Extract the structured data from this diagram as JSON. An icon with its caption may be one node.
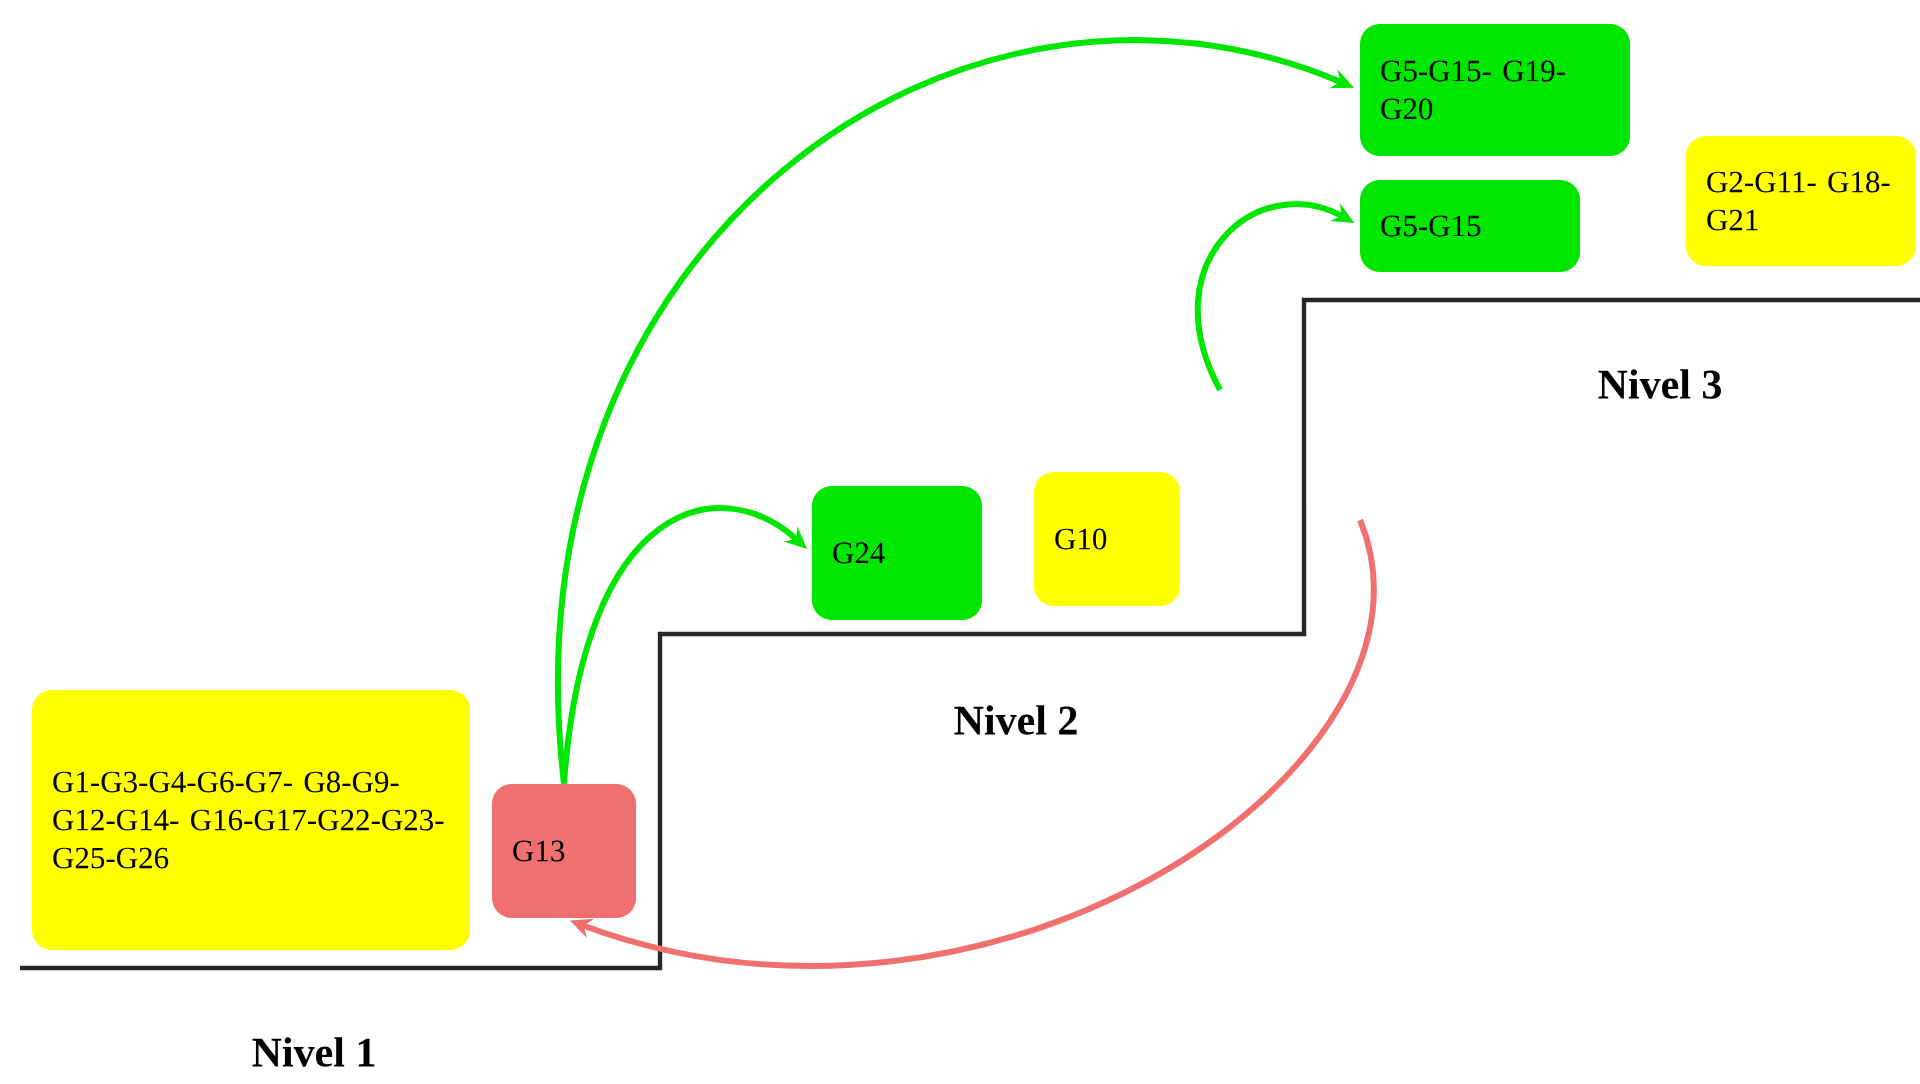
{
  "diagram": {
    "nodes": [
      {
        "text": [
          "G5-G15- G19-G20"
        ]
      },
      {
        "text": [
          "G2-G11- G18-G21"
        ]
      },
      {
        "text": [
          "G5-G15"
        ]
      },
      {
        "text": [
          "G24"
        ]
      },
      {
        "text": [
          "G10"
        ]
      },
      {
        "text": [
          "G1-G3-G4-G6-G7- G8-G9-G12-G14- G16-G17-G22-G23- G25-G26"
        ]
      },
      {
        "text": [
          "G13"
        ]
      }
    ],
    "edges": [
      {
        "from": 6,
        "to": 3,
        "arrow": "to"
      },
      {
        "from": 6,
        "to": 0,
        "arrow": "to"
      },
      {
        "from": null,
        "to": 2,
        "arrow": "to"
      },
      {
        "from": null,
        "to": 6,
        "arrow": "to",
        "color": "#f07070"
      }
    ],
    "labels": [
      "Nivel 3",
      "Nivel 2",
      "Nivel 1"
    ]
  }
}
